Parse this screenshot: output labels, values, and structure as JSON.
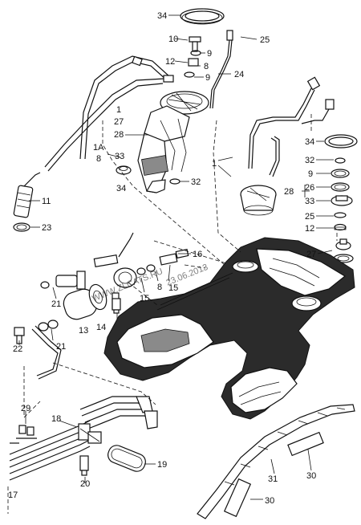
{
  "watermark": {
    "brand": "WWW.ZLCATS.RU",
    "date": "23.06.2013"
  },
  "callouts": {
    "c34a": "34",
    "c25": "25",
    "c10": "10",
    "c9a": "9",
    "c12a": "12",
    "c8a": "8",
    "c9b": "9",
    "c24": "24",
    "c1a": "1",
    "c27a": "27",
    "c28a": "28",
    "c1A": "1A",
    "c8b": "8",
    "c33a": "33",
    "c34b": "34",
    "c32a": "32",
    "c11": "11",
    "c23": "23",
    "c1b": "1",
    "c34c": "34",
    "c32b": "32",
    "c9c": "9",
    "c26": "26",
    "c28b": "28",
    "c33b": "33",
    "c25b": "25",
    "c12b": "12",
    "c27b": "27",
    "c16": "16",
    "c8c": "8",
    "c15a": "15",
    "c15b": "15",
    "c21a": "21",
    "c21b": "21",
    "c13": "13",
    "c14": "14",
    "c22": "22",
    "c29": "29",
    "c18": "18",
    "c19": "19",
    "c20": "20",
    "c17": "17",
    "c31": "31",
    "c30a": "30",
    "c30b": "30"
  }
}
